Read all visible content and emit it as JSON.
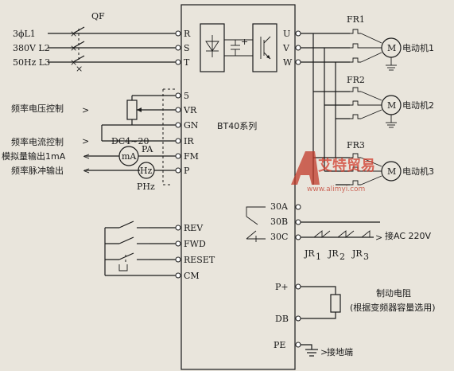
{
  "supply": {
    "breaker": "QF",
    "phase1": "3ϕL1",
    "phase2": "380V  L2",
    "phase3": "50Hz  L3"
  },
  "inverter": {
    "model": "BT40系列",
    "terminals_in": [
      "R",
      "S",
      "T"
    ],
    "terminals_out": [
      "U",
      "V",
      "W"
    ],
    "control_terminals": [
      "5",
      "VR",
      "GN",
      "IR",
      "FM",
      "P"
    ],
    "input_terminals": [
      "REV",
      "FWD",
      "RESET",
      "CM"
    ],
    "relay_terminals": [
      "30A",
      "30B",
      "30C"
    ],
    "brake_terminals": [
      "P+",
      "DB"
    ],
    "ground_terminal": "PE"
  },
  "motors": {
    "relays": [
      "FR1",
      "FR2",
      "FR3"
    ],
    "names": [
      "电动机1",
      "电动机2",
      "电动机3"
    ],
    "symbol": "M"
  },
  "control_labels": {
    "freq_voltage": "频率电压控制",
    "freq_current": "频率电流控制",
    "analog_out": "模拟量输出1mA",
    "pulse_out": "频率脉冲输出",
    "dc_range": "DC4~20",
    "pa": "PA",
    "ma_meter": "mA",
    "hz_meter": "Hz",
    "phz": "PHz"
  },
  "relay_chain": {
    "jr": [
      "JR",
      "JR",
      "JR"
    ],
    "jr_sub": [
      "1",
      "2",
      "3"
    ],
    "ac_label": "接AC  220V"
  },
  "brake": {
    "label1": "制动电阻",
    "label2": "(根据变频器容量选用)"
  },
  "ground": {
    "label": "接地端"
  },
  "watermark": {
    "text": "艾特贸易",
    "url": "www.alimyi.com"
  }
}
